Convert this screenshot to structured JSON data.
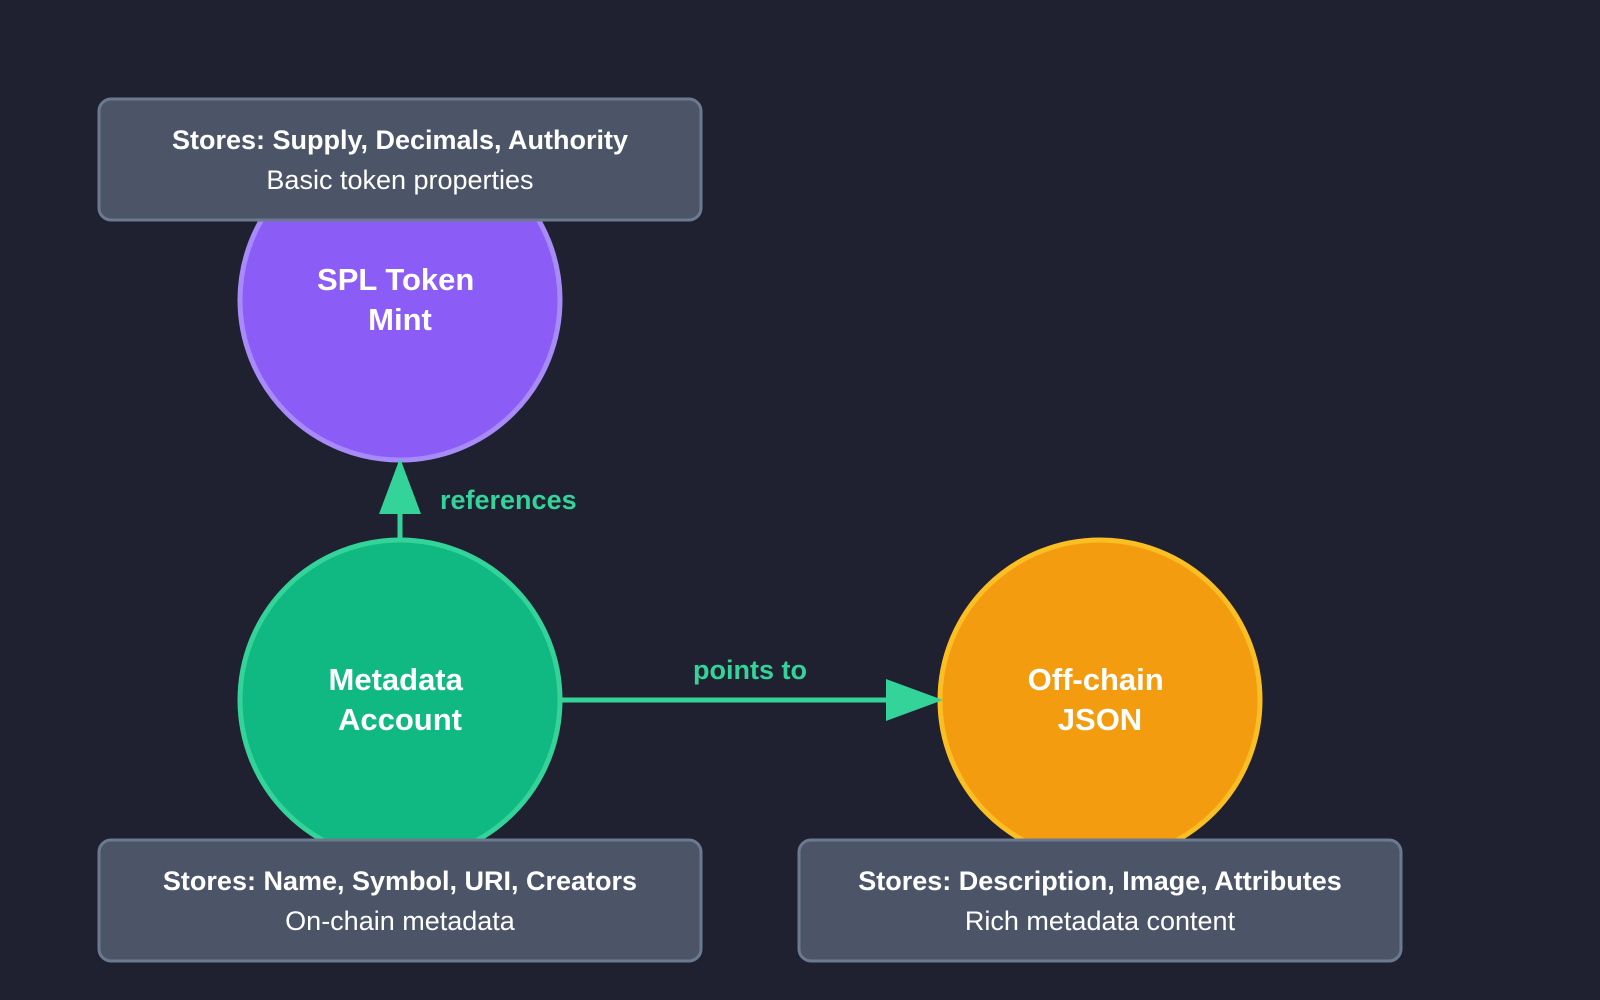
{
  "colors": {
    "background": "#1f2130",
    "edge": "#34d399",
    "box_fill": "#4b5567",
    "box_stroke": "#6b7a90"
  },
  "nodes": {
    "mint": {
      "line1": "SPL Token",
      "line2": "Mint",
      "fill": "#8b5cf6",
      "stroke": "#a78bfa"
    },
    "metadata": {
      "line1": "Metadata",
      "line2": "Account",
      "fill": "#10b981",
      "stroke": "#34d399"
    },
    "offchain": {
      "line1": "Off-chain",
      "line2": "JSON",
      "fill": "#f39c0f",
      "stroke": "#fbbf24"
    }
  },
  "edges": {
    "references": {
      "label": "references"
    },
    "points_to": {
      "label": "points to"
    }
  },
  "boxes": {
    "mint": {
      "title": "Stores: Supply, Decimals, Authority",
      "subtitle": "Basic token properties"
    },
    "metadata": {
      "title": "Stores: Name, Symbol, URI, Creators",
      "subtitle": "On-chain metadata"
    },
    "offchain": {
      "title": "Stores: Description, Image, Attributes",
      "subtitle": "Rich metadata content"
    }
  }
}
